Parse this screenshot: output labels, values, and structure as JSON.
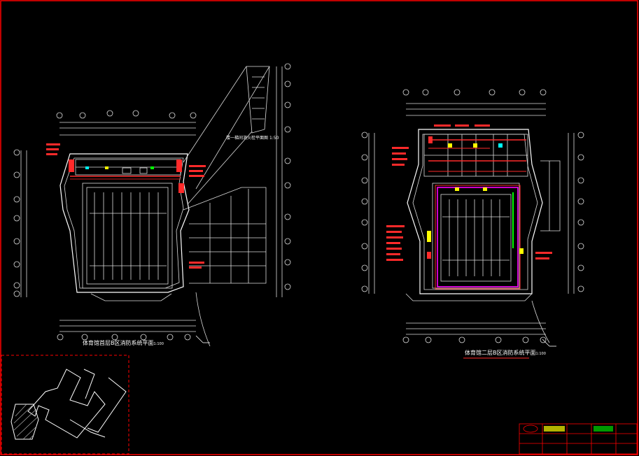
{
  "drawing": {
    "left_plan_title": "体育馆首层B区消防系统平面",
    "left_plan_scale": "1:100",
    "right_plan_title": "体育馆二层B区消防系统平面",
    "right_plan_scale": "1:100",
    "detail_title": "楼一梯间消火栓平面图",
    "detail_scale": "1:50"
  },
  "colors": {
    "background": "#000000",
    "frame": "#ff0000",
    "wall": "#ffffff",
    "grid": "#ffffff",
    "pipe_red": "#ff2a2a",
    "pipe_yellow": "#ffff00",
    "pipe_magenta": "#ff00ff",
    "pipe_green": "#00ff00",
    "pipe_cyan": "#00ffff"
  }
}
